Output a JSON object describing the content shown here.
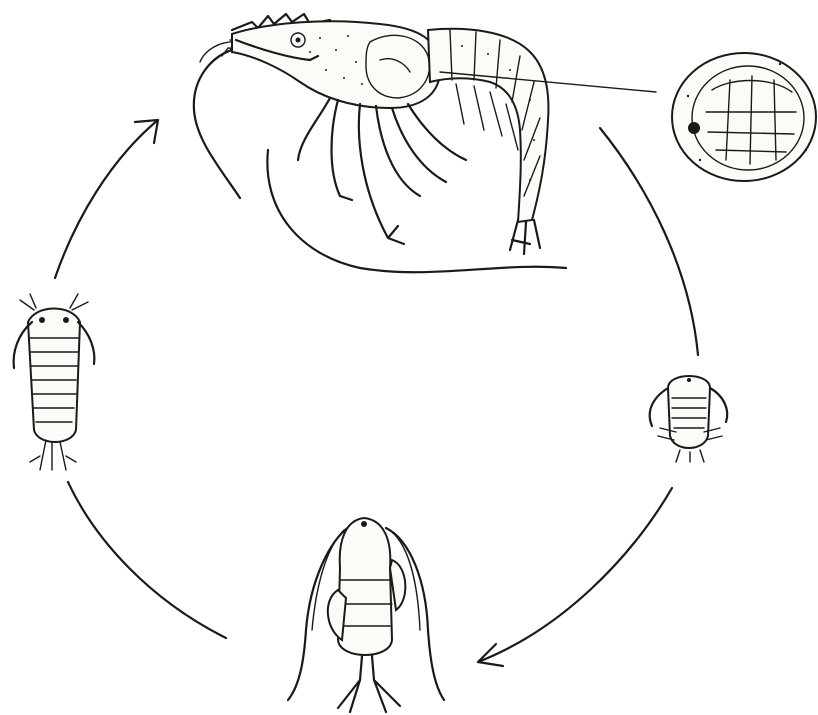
{
  "diagram": {
    "kind": "life-cycle",
    "style": "black ink line drawing on white",
    "stages": [
      {
        "id": "adult",
        "icon": "adult-shrimp-icon"
      },
      {
        "id": "egg",
        "icon": "egg-icon"
      },
      {
        "id": "nauplius",
        "icon": "nauplius-larva-icon"
      },
      {
        "id": "zoea",
        "icon": "zoea-larva-icon"
      },
      {
        "id": "mysis",
        "icon": "mysis-larva-icon"
      }
    ],
    "arrows": [
      {
        "from": "egg",
        "to": "nauplius",
        "arrowhead": false
      },
      {
        "from": "nauplius",
        "to": "zoea",
        "arrowhead": true
      },
      {
        "from": "zoea",
        "to": "mysis",
        "arrowhead": false
      },
      {
        "from": "mysis",
        "to": "adult",
        "arrowhead": true
      }
    ],
    "colors": {
      "ink": "#1a1a1a",
      "background": "#ffffff"
    }
  }
}
